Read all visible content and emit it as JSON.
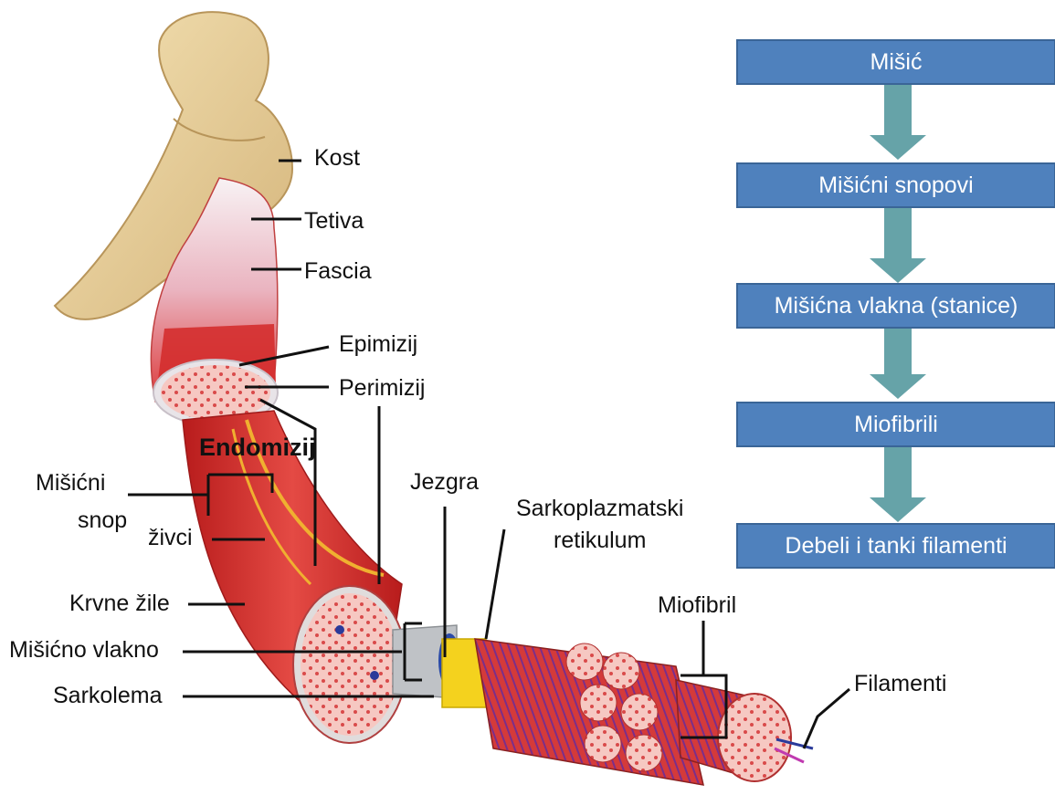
{
  "labels": {
    "kost": "Kost",
    "tetiva": "Tetiva",
    "fascia": "Fascia",
    "epimizij": "Epimizij",
    "perimizij": "Perimizij",
    "endomizij": "Endomizij",
    "misicni_snop_1": "Mišićni",
    "misicni_snop_2": "snop",
    "zivci": "živci",
    "krvne_zile": "Krvne žile",
    "misicno_vlakno": "Mišićno vlakno",
    "sarkolema": "Sarkolema",
    "jezgra": "Jezgra",
    "sarkoplazmatski_1": "Sarkoplazmatski",
    "sarkoplazmatski_2": "retikulum",
    "miofibril": "Miofibril",
    "filamenti": "Filamenti"
  },
  "flow": {
    "steps": [
      "Mišić",
      "Mišićni snopovi",
      "Mišićna vlakna (stanice)",
      "Miofibrili",
      "Debeli i tanki filamenti"
    ],
    "box_color": "#4f81bd",
    "arrow_color": "#66a3a8"
  },
  "colors": {
    "bone": "#e8cf9c",
    "muscle": "#d42d2d",
    "tendon": "#f2e6ea",
    "nerve": "#f0b030",
    "sarcoplasmic": "#f4d21e",
    "nucleus": "#2a3a9a"
  }
}
